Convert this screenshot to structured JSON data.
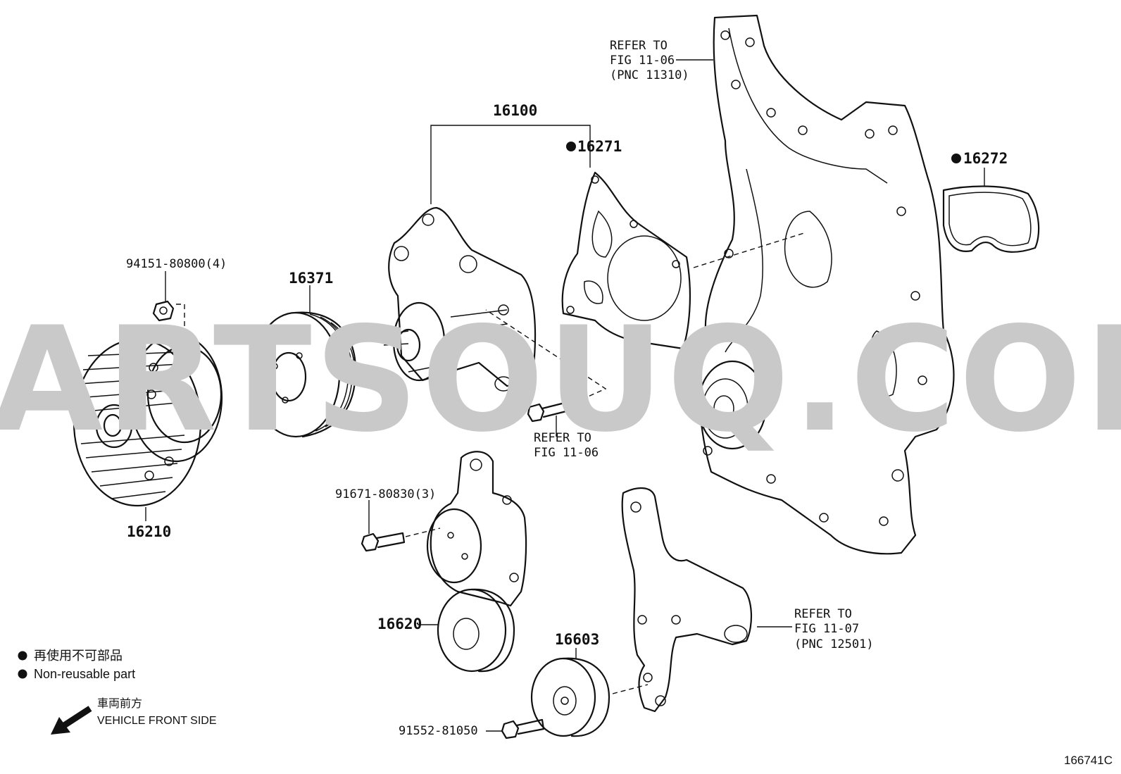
{
  "figure_id": "166741C",
  "watermark": "PARTSOUQ.COM",
  "legend": {
    "nonreusable_jp": "再使用不可部品",
    "nonreusable_en": "Non-reusable part",
    "front_jp": "車両前方",
    "front_en": "VEHICLE FRONT SIDE"
  },
  "parts": {
    "p16100": "16100",
    "p16271": "16271",
    "p16272": "16272",
    "p16371": "16371",
    "p16210": "16210",
    "p16620": "16620",
    "p16603": "16603",
    "bolt_94151": "94151-80800(4)",
    "bolt_91671": "91671-80830(3)",
    "bolt_91552": "91552-81050"
  },
  "refs": {
    "timing_cover": [
      "REFER TO",
      "FIG 11-06",
      "(PNC 11310)"
    ],
    "bolt": [
      "REFER TO",
      "FIG 11-06"
    ],
    "bracket": [
      "REFER TO",
      "FIG 11-07",
      "(PNC 12501)"
    ]
  },
  "colors": {
    "line": "#111111",
    "watermark": "#c9c9c9",
    "background": "#ffffff"
  }
}
